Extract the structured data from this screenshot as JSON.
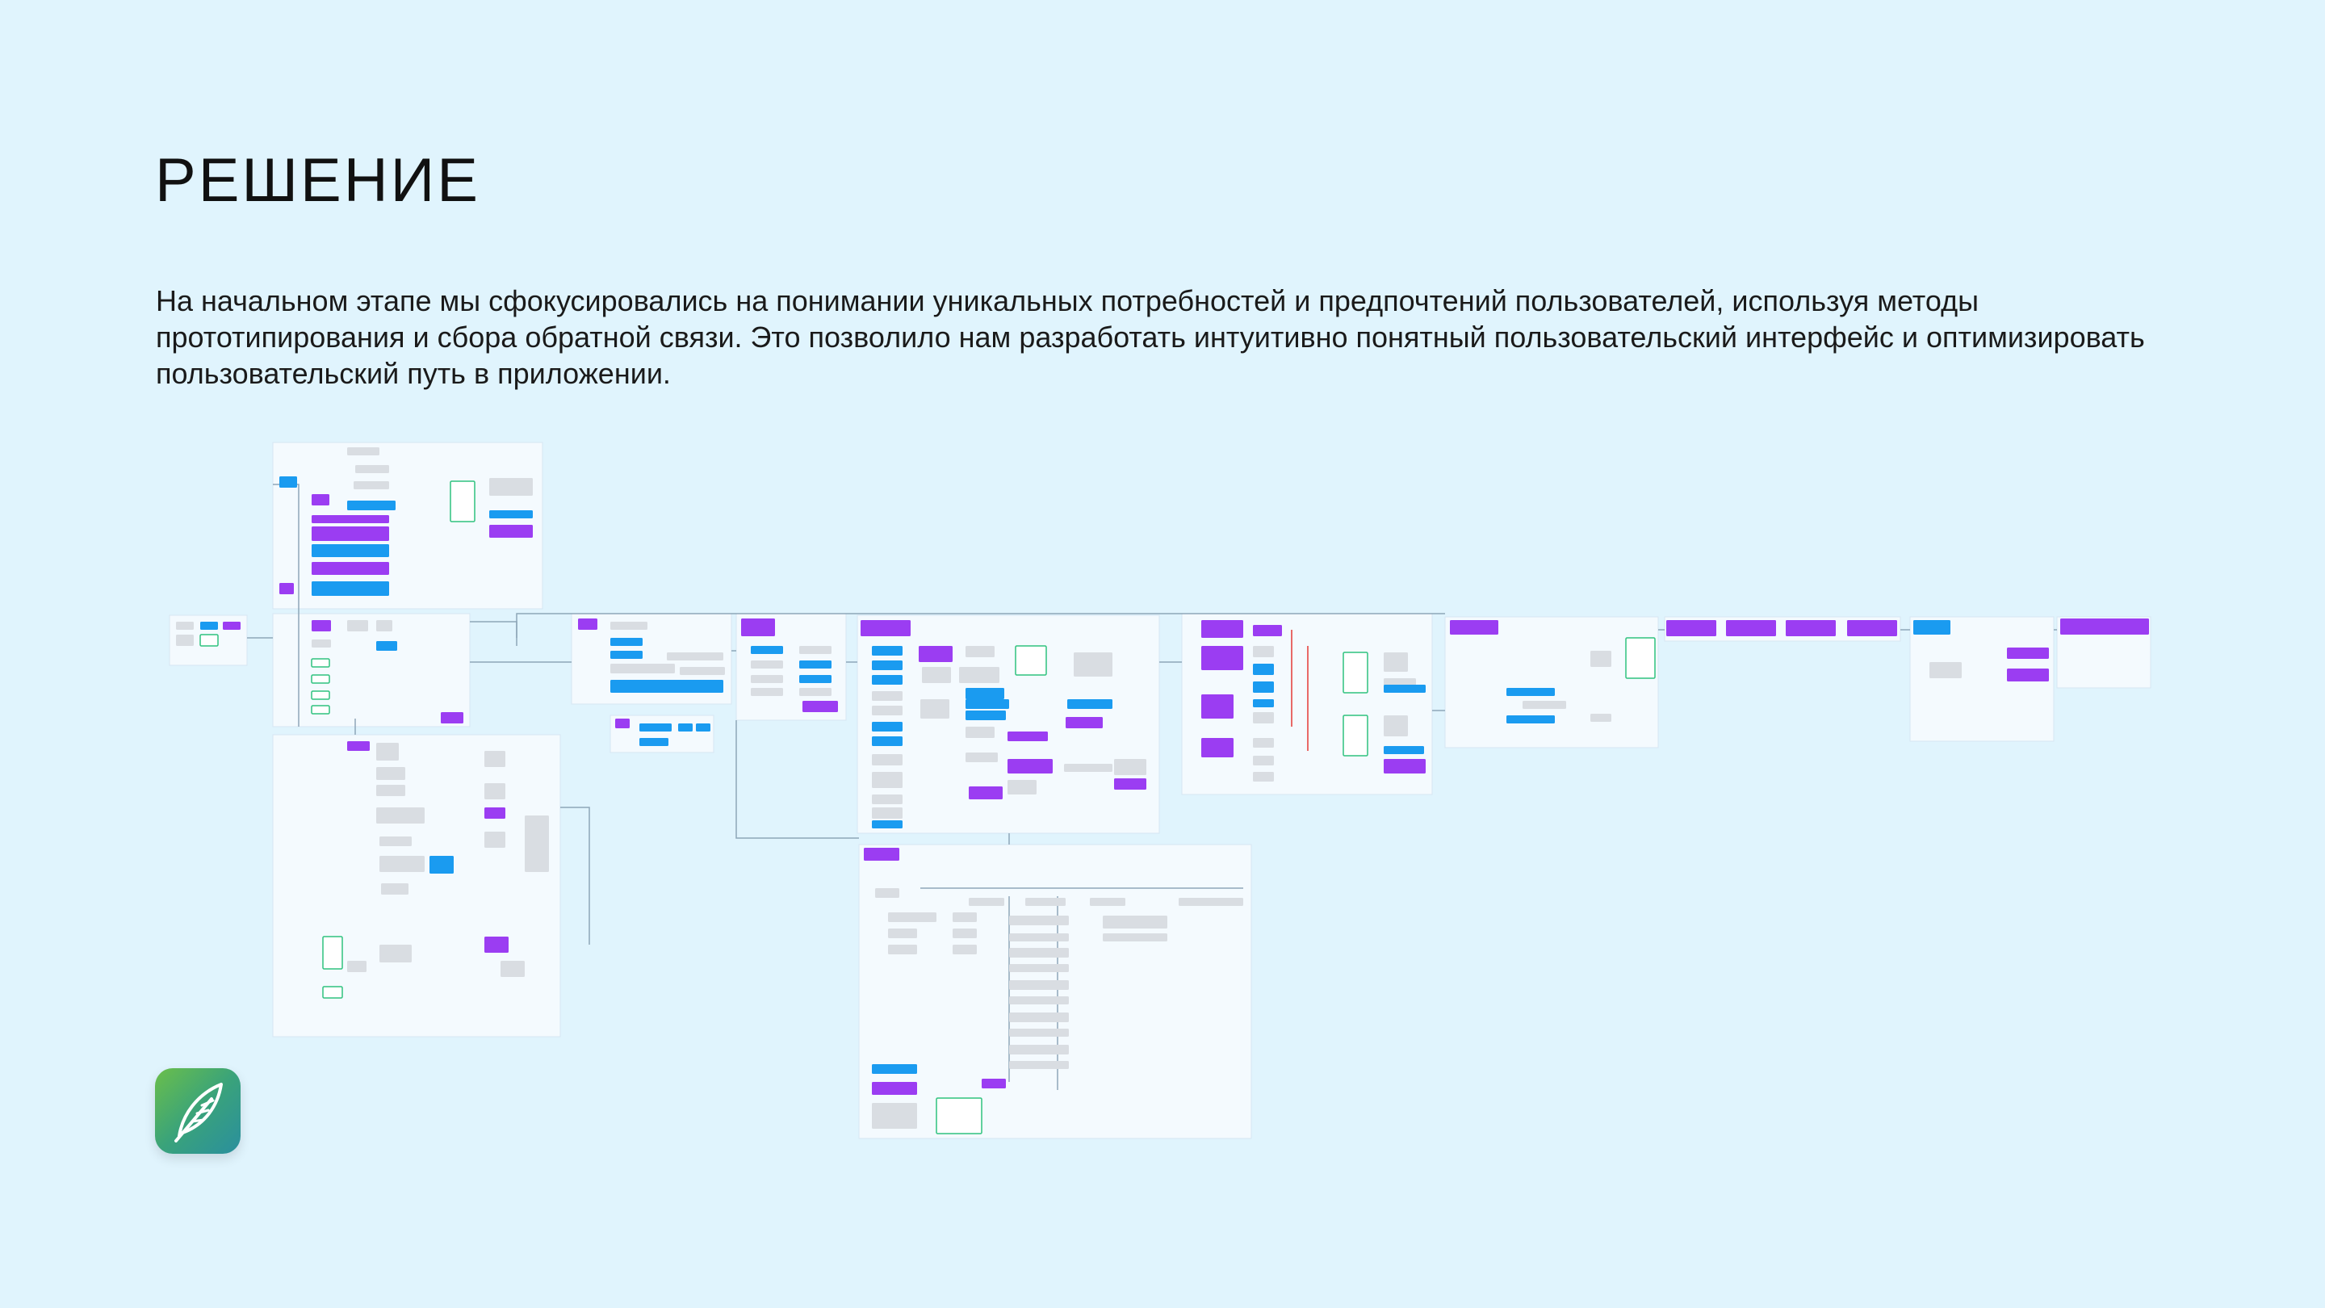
{
  "slide": {
    "title": "РЕШЕНИЕ",
    "intro": "На начальном этапе мы сфокусировались на понимании уникальных потребностей и предпочтений пользователей, используя методы прототипирования и сбора обратной связи. Это позволило нам разработать интуитивно понятный пользовательский интерфейс и оптимизировать пользовательский путь в приложении."
  },
  "logo": {
    "icon": "feather-leaf-icon"
  },
  "colors": {
    "background": "#e0f4fd",
    "panel": "#f4fafe",
    "node_purple": "#9b3df2",
    "node_blue": "#1a9bf0",
    "node_gray": "#d9dde2",
    "node_outline": "#2ec27e",
    "connector": "#8ea6b8",
    "accent_red": "#e53935"
  },
  "flowmap": {
    "description_icon": "user-flow-diagram"
  }
}
